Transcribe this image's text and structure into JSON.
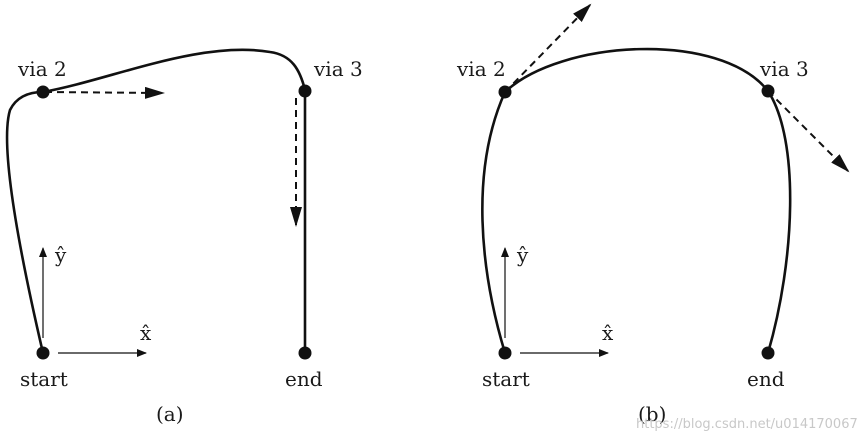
{
  "panel_a": {
    "caption": "(a)",
    "labels": {
      "via2": "via 2",
      "via3": "via 3",
      "start": "start",
      "end": "end",
      "y_axis": "ŷ",
      "x_axis": "x̂"
    }
  },
  "panel_b": {
    "caption": "(b)",
    "labels": {
      "via2": "via 2",
      "via3": "via 3",
      "start": "start",
      "end": "end",
      "y_axis": "ŷ",
      "x_axis": "x̂"
    }
  },
  "watermark": "https://blog.csdn.net/u014170067",
  "colors": {
    "ink": "#111111",
    "watermark": "#c8c8c8"
  }
}
